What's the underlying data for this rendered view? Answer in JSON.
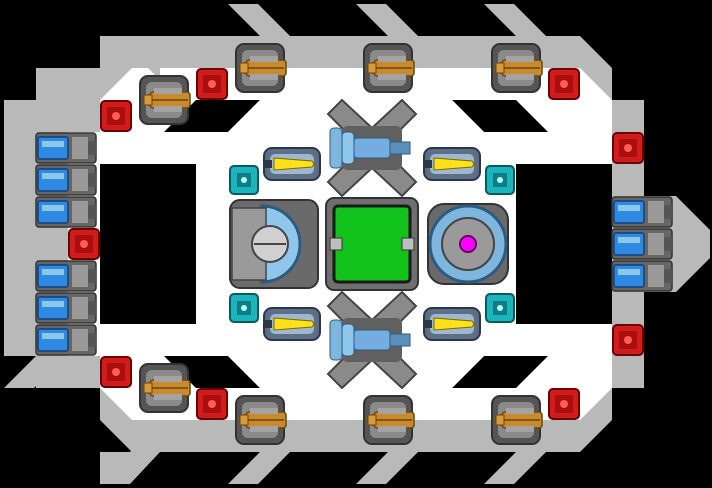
{
  "colors": {
    "background": "#000000",
    "hull_frame": "#b9b9b9",
    "deck": "#ffffff",
    "core_green": "#11c21b",
    "reactor_magenta": "#ff00ff",
    "thruster_blue": "#2c8be0",
    "weapon_brass": "#c98a2b",
    "explosive_red": "#d21b1b",
    "teal_node": "#1bb6bd",
    "steel": "#777777",
    "glass_blue": "#8fc7ec"
  },
  "blocks": {
    "cannons": "cannon-turret",
    "explosives": "explosive-crate",
    "thrusters": "thruster-engine",
    "gatlings": "gatling-turret",
    "laser_pods": "laser-pod",
    "nodes": "power-node",
    "core": "command-core",
    "shield": "shield-generator",
    "reactor": "reactor-core",
    "chevrons": "armor-chevron"
  }
}
